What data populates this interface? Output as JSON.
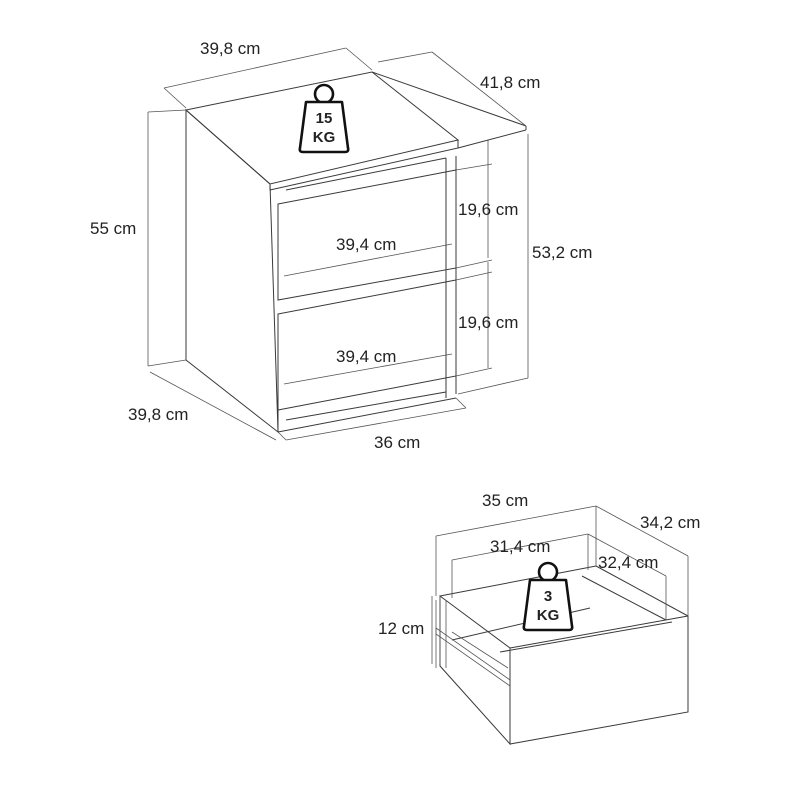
{
  "cabinet": {
    "width_top": "39,8 cm",
    "depth": "41,8 cm",
    "height_total": "55 cm",
    "height_front": "53,2 cm",
    "drawer_front_height_upper": "19,6 cm",
    "drawer_front_height_lower": "19,6 cm",
    "drawer_front_width_upper": "39,4 cm",
    "drawer_front_width_lower": "39,4 cm",
    "width_side": "39,8 cm",
    "width_bottom": "36 cm",
    "max_load": {
      "value": "15",
      "unit": "KG"
    }
  },
  "drawer": {
    "outer_width": "35 cm",
    "inner_width": "31,4 cm",
    "outer_depth": "34,2 cm",
    "inner_depth": "32,4 cm",
    "height": "12 cm",
    "max_load": {
      "value": "3",
      "unit": "KG"
    }
  },
  "icons": {
    "weight": "kettlebell-weight-icon"
  }
}
